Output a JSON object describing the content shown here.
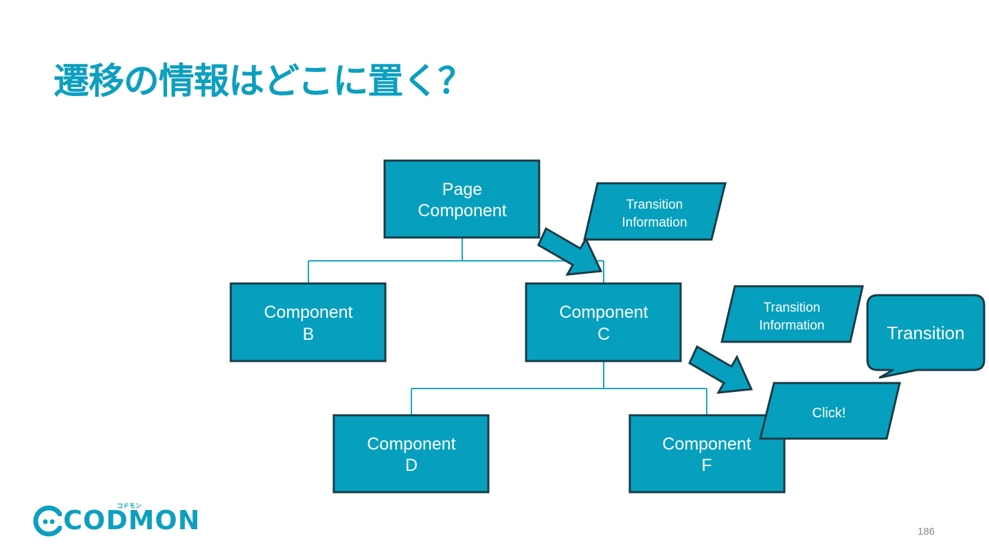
{
  "slide": {
    "title": "遷移の情報はどこに置く？",
    "page_number": "186"
  },
  "diagram": {
    "nodes": {
      "page": [
        "Page",
        "Component"
      ],
      "b": [
        "Component",
        "B"
      ],
      "c": [
        "Component",
        "C"
      ],
      "d": [
        "Component",
        "D"
      ],
      "f": [
        "Component",
        "F"
      ]
    },
    "transition_info_1": [
      "Transition",
      "Information"
    ],
    "transition_info_2": [
      "Transition",
      "Information"
    ],
    "click_label": "Click!",
    "callout_label": "Transition"
  },
  "logo": {
    "text": "CODMON",
    "tagline": "コドモン"
  },
  "colors": {
    "title": "#0d9fc0",
    "box_fill": "#06a0be",
    "box_border": "#1a3a44",
    "connector": "#1aa5c4"
  }
}
